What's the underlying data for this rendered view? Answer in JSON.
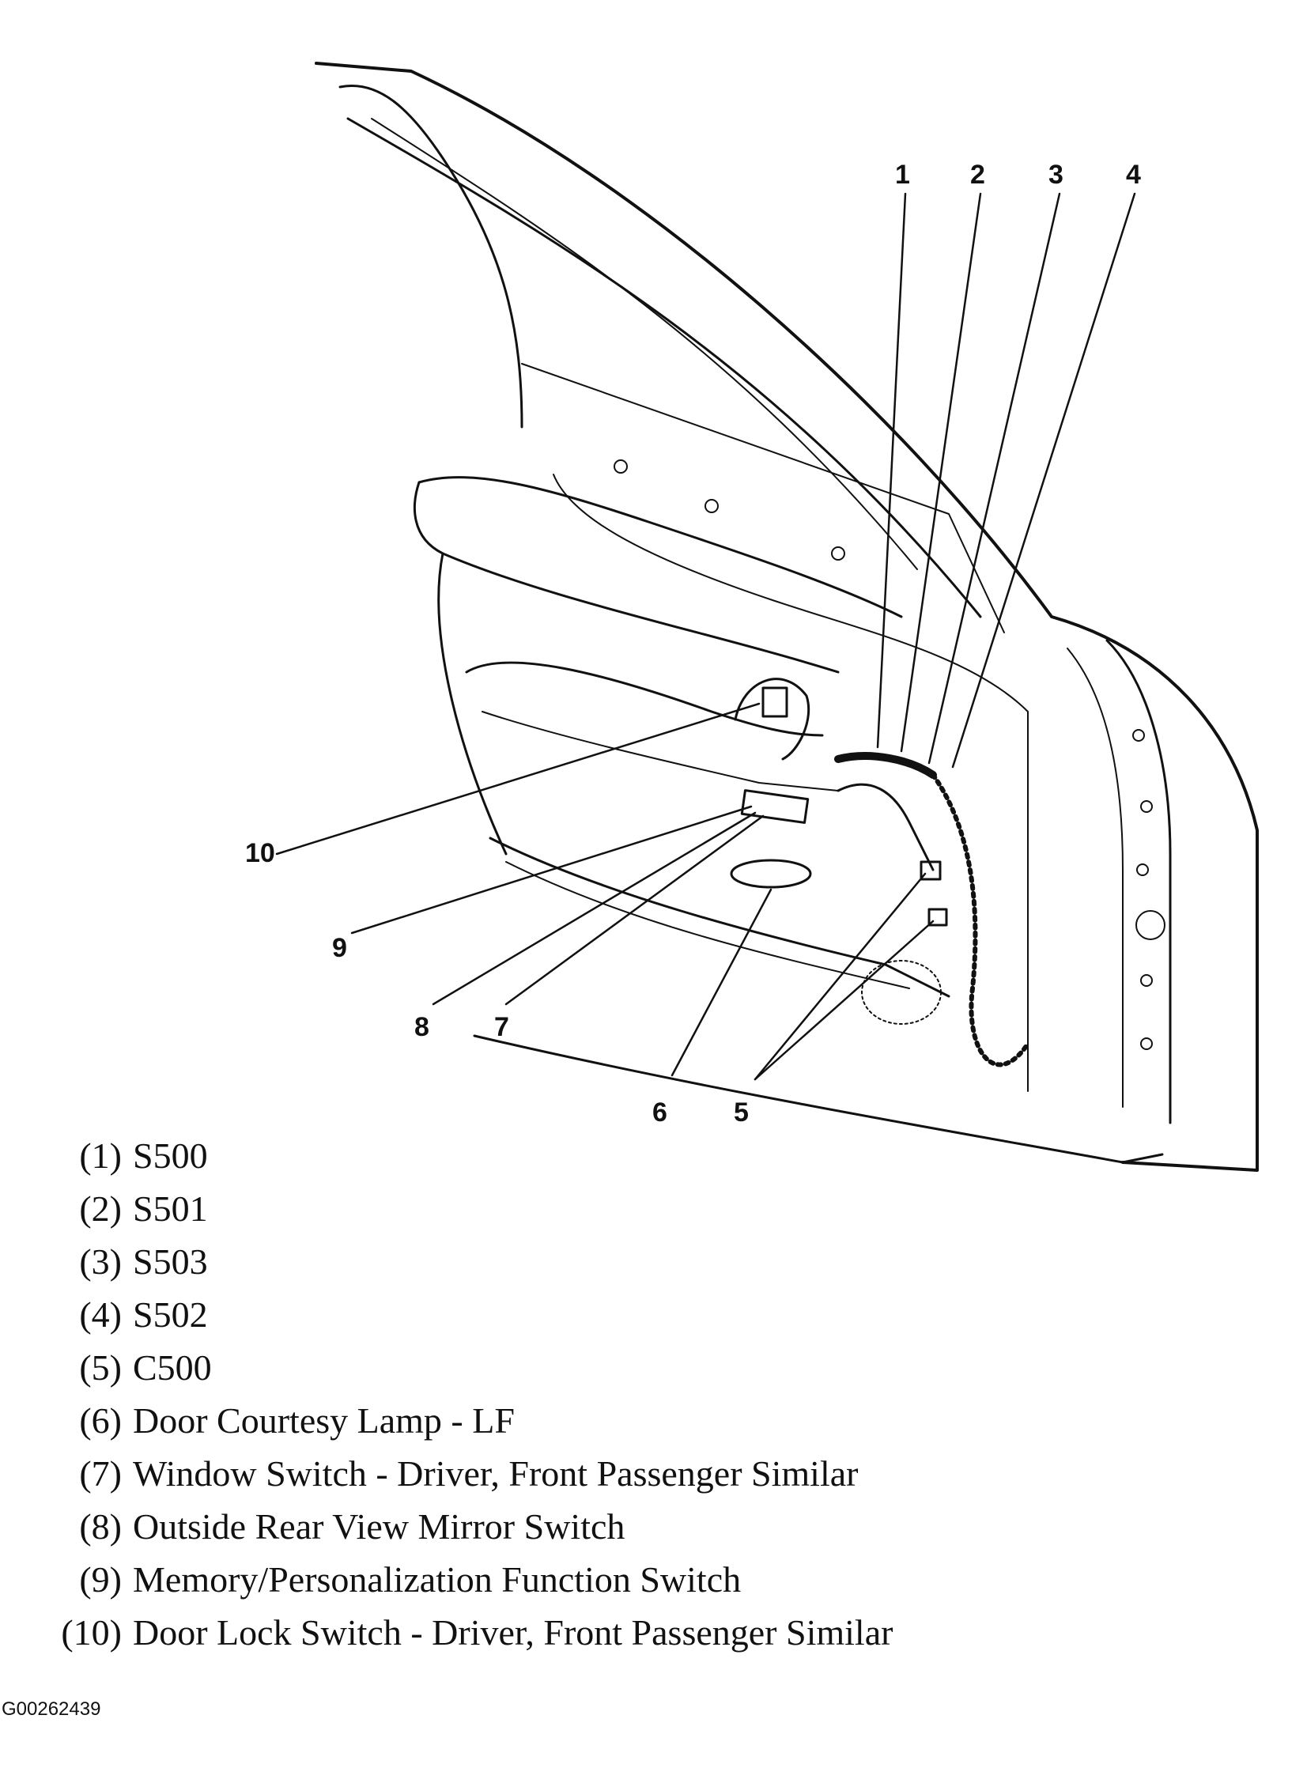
{
  "callouts": [
    "1",
    "2",
    "3",
    "4",
    "5",
    "6",
    "7",
    "8",
    "9",
    "10"
  ],
  "legend": [
    {
      "num": "(1)",
      "label": "S500"
    },
    {
      "num": "(2)",
      "label": "S501"
    },
    {
      "num": "(3)",
      "label": "S503"
    },
    {
      "num": "(4)",
      "label": "S502"
    },
    {
      "num": "(5)",
      "label": "C500"
    },
    {
      "num": "(6)",
      "label": "Door Courtesy Lamp - LF"
    },
    {
      "num": "(7)",
      "label": "Window Switch - Driver, Front Passenger Similar"
    },
    {
      "num": "(8)",
      "label": "Outside Rear View Mirror Switch"
    },
    {
      "num": "(9)",
      "label": "Memory/Personalization Function Switch"
    },
    {
      "num": "(10)",
      "label": "Door Lock Switch - Driver, Front Passenger Similar"
    }
  ],
  "figure_code": "G00262439"
}
